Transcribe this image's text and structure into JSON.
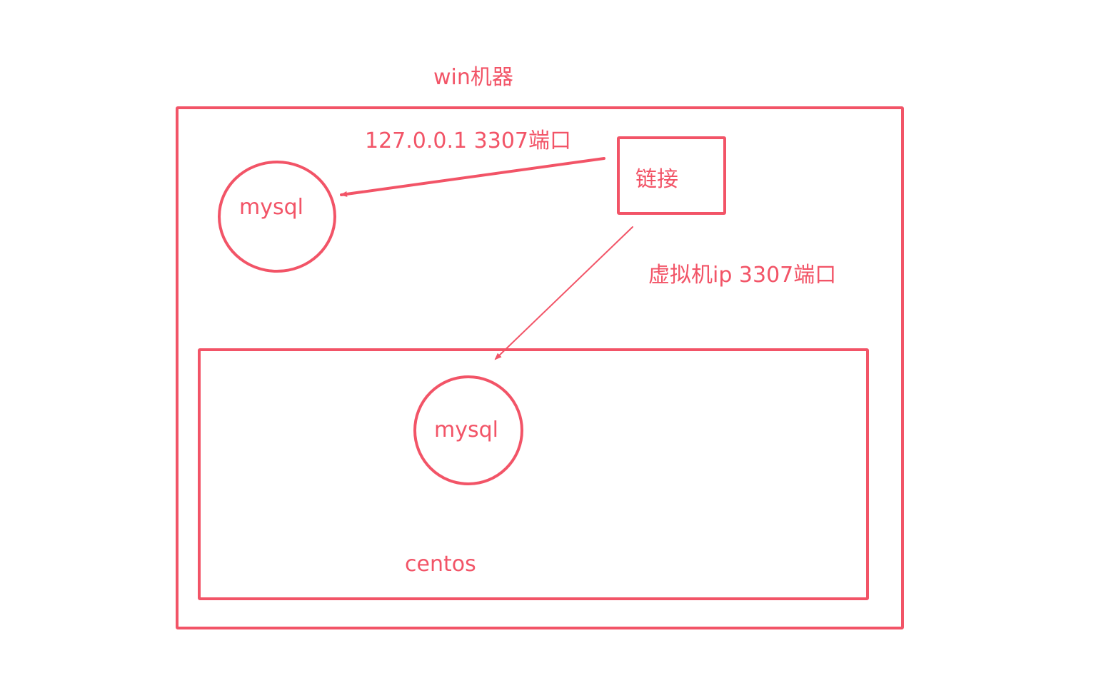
{
  "diagram": {
    "host_label": "win机器",
    "local_conn_label": "127.0.0.1  3307端口",
    "link_label": "链接",
    "vm_conn_label": "虚拟机ip  3307端口",
    "host_db_label": "mysql",
    "vm_db_label": "mysql",
    "vm_label": "centos"
  },
  "colors": {
    "stroke": "#f25467",
    "text": "#f25467",
    "background": "#ffffff"
  }
}
